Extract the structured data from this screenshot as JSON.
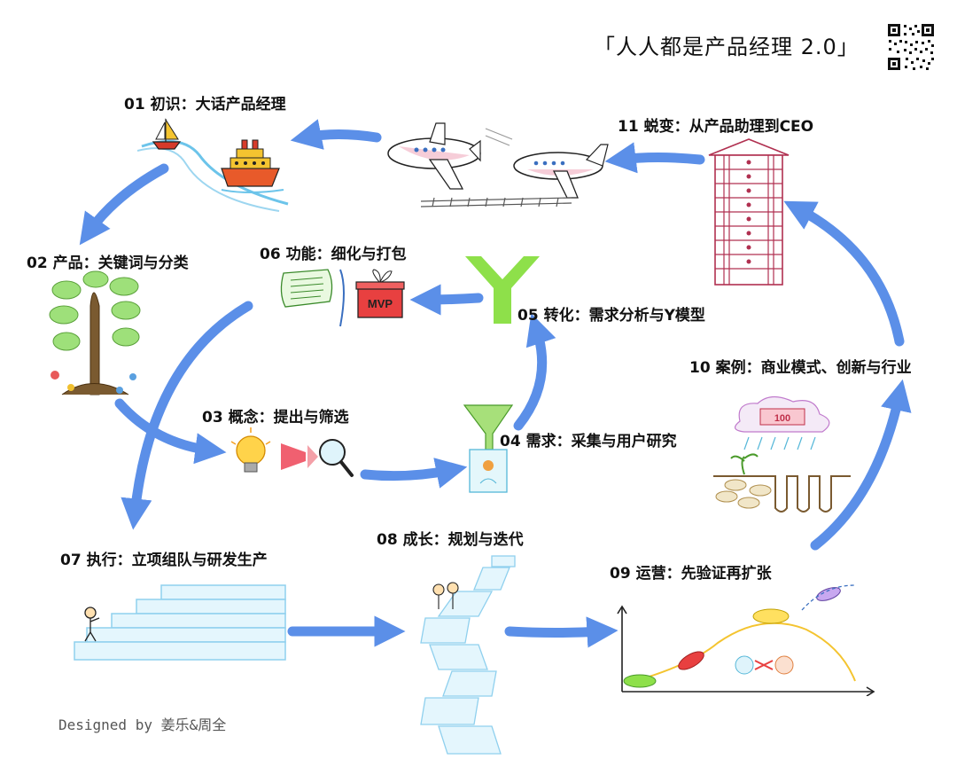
{
  "header": {
    "title": "「人人都是产品经理 2.0」"
  },
  "steps": [
    {
      "label": "01 初识：大话产品经理"
    },
    {
      "label": "02 产品：关键词与分类"
    },
    {
      "label": "03 概念：提出与筛选"
    },
    {
      "label": "04 需求：采集与用户研究"
    },
    {
      "label": "05 转化：需求分析与Y模型"
    },
    {
      "label": "06 功能：细化与打包"
    },
    {
      "label": "07 执行：立项组队与研发生产"
    },
    {
      "label": "08 成长：规划与迭代"
    },
    {
      "label": "09 运营：先验证再扩张"
    },
    {
      "label": "10 案例：商业模式、创新与行业"
    },
    {
      "label": "11 蜕变：从产品助理到CEO"
    }
  ],
  "illustrations": {
    "mvp_box_text": "MVP",
    "money_text": "100"
  },
  "footer": {
    "credit": "Designed by 姜乐&周全"
  },
  "colors": {
    "arrow": "#5b8fe8",
    "y_model": "#8ee04a",
    "tower": "#b03050",
    "light_blue": "#9dd6f0",
    "green": "#7fd06a"
  },
  "icons": [
    "qr-code-icon",
    "sailboat-icon",
    "cruise-ship-icon",
    "airplane-icon",
    "tree-icon",
    "document-icon",
    "gift-box-icon",
    "y-model-icon",
    "lightbulb-icon",
    "magnifier-icon",
    "funnel-icon",
    "stairs-icon",
    "spiral-staircase-icon",
    "growth-curve-icon",
    "money-cloud-icon",
    "tower-icon"
  ]
}
